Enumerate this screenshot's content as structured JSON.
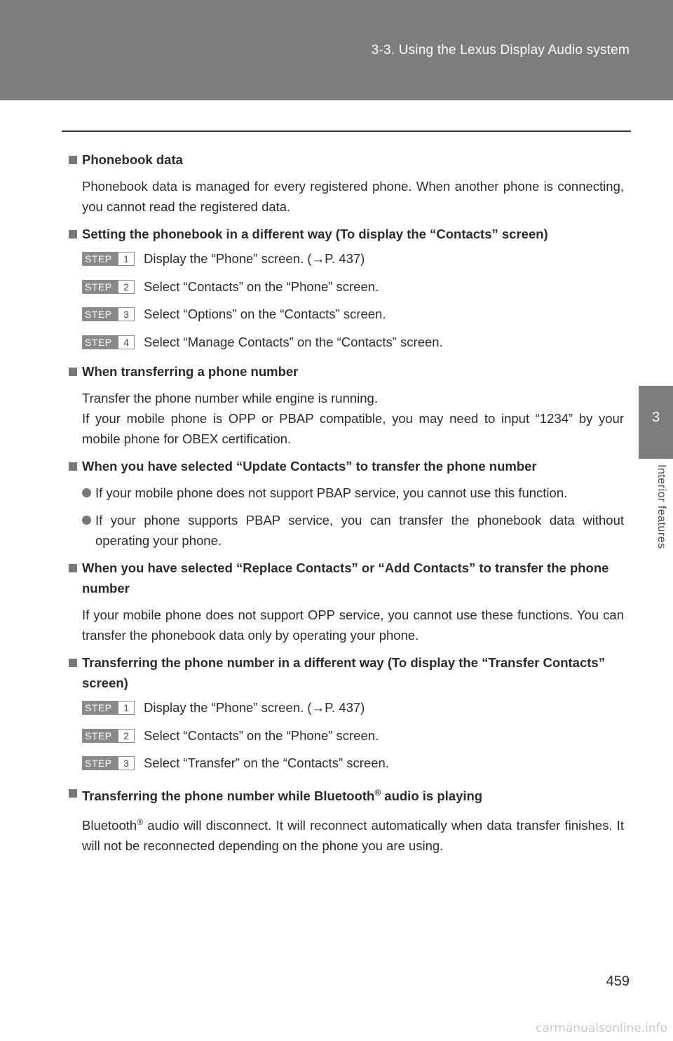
{
  "header": {
    "section_title": "3-3. Using the Lexus Display Audio system"
  },
  "side_tab": {
    "number": "3",
    "label": "Interior features"
  },
  "sections": {
    "phonebook_data": {
      "heading": "Phonebook data",
      "text": "Phonebook data is managed for every registered phone. When another phone is connecting, you cannot read the registered data."
    },
    "setting_phonebook": {
      "heading": "Setting the phonebook in a different way (To display the “Contacts” screen)",
      "steps": [
        {
          "label": "STEP",
          "num": "1",
          "text": "Display the “Phone” screen. (→P. 437)"
        },
        {
          "label": "STEP",
          "num": "2",
          "text": "Select “Contacts” on the “Phone” screen."
        },
        {
          "label": "STEP",
          "num": "3",
          "text": "Select “Options” on the “Contacts” screen."
        },
        {
          "label": "STEP",
          "num": "4",
          "text": "Select “Manage Contacts” on the “Contacts” screen."
        }
      ]
    },
    "transferring_number": {
      "heading": "When transferring a phone number",
      "text_line1": "Transfer the phone number while engine is running.",
      "text_line2": "If your mobile phone is OPP or PBAP compatible, you may need to input “1234” by your mobile phone for OBEX certification."
    },
    "update_contacts": {
      "heading": "When you have selected “Update Contacts” to transfer the phone number",
      "bullets": [
        "If your mobile phone does not support PBAP service, you cannot use this function.",
        "If your phone supports PBAP service, you can transfer the phonebook data without operating your phone."
      ]
    },
    "replace_add_contacts": {
      "heading": "When you have selected “Replace Contacts” or “Add Contacts” to transfer the phone number",
      "text": "If your mobile phone does not support OPP service, you cannot use these functions. You can transfer the phonebook data only by operating your phone."
    },
    "transfer_different_way": {
      "heading": "Transferring the phone number in a different way (To display the “Transfer Contacts” screen)",
      "steps": [
        {
          "label": "STEP",
          "num": "1",
          "text": "Display the “Phone” screen. (→P. 437)"
        },
        {
          "label": "STEP",
          "num": "2",
          "text": "Select “Contacts” on the “Phone” screen."
        },
        {
          "label": "STEP",
          "num": "3",
          "text": "Select “Transfer” on the “Contacts” screen."
        }
      ]
    },
    "bluetooth_playing": {
      "heading_pre": "Transferring the phone number while Bluetooth",
      "heading_reg": "®",
      "heading_post": " audio is playing",
      "text_pre": "Bluetooth",
      "text_reg": "®",
      "text_post": " audio will disconnect. It will reconnect automatically when data transfer finishes. It will not be reconnected depending on the phone you are using."
    }
  },
  "footer": {
    "page_number": "459",
    "watermark": "carmanualsonline.info"
  }
}
